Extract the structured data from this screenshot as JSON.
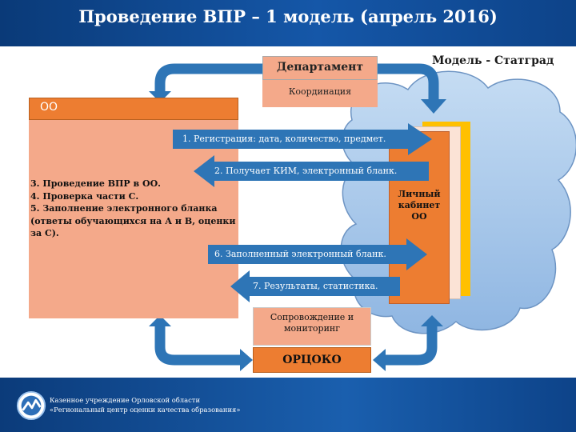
{
  "slide": {
    "title": "Проведение ВПР – 1 модель (апрель 2016)",
    "model_label": "Модель - Статград"
  },
  "department": {
    "title": "Департамент",
    "role": "Координация"
  },
  "school": {
    "header": "ОО",
    "steps_text": "3. Проведение ВПР в ОО.\n4. Проверка части С.\n5. Заполнение электронного бланка (ответы обучающихся на А и В, оценки за С)."
  },
  "personal_account": {
    "label": "Личный кабинет ОО"
  },
  "flows": [
    {
      "text": "1. Регистрация: дата, количество, предмет.",
      "direction": "right"
    },
    {
      "text": "2. Получает КИМ, электронный бланк.",
      "direction": "left"
    },
    {
      "text": "6. Заполненный электронный бланк.",
      "direction": "right"
    },
    {
      "text": "7. Результаты, статистика.",
      "direction": "left"
    }
  ],
  "regional_center": {
    "role": "Сопровождение и мониторинг",
    "name": "ОРЦОКО"
  },
  "footer": {
    "line1": "Казенное учреждение Орловской области",
    "line2": "«Региональный центр оценки качества образования»"
  },
  "colors": {
    "header_blue": "#1557a8",
    "arrow_blue": "#2e75b6",
    "orange": "#ed7d31",
    "light_salmon": "#f4a98a",
    "cloud": "#a9c8ea",
    "gold": "#ffc000"
  }
}
